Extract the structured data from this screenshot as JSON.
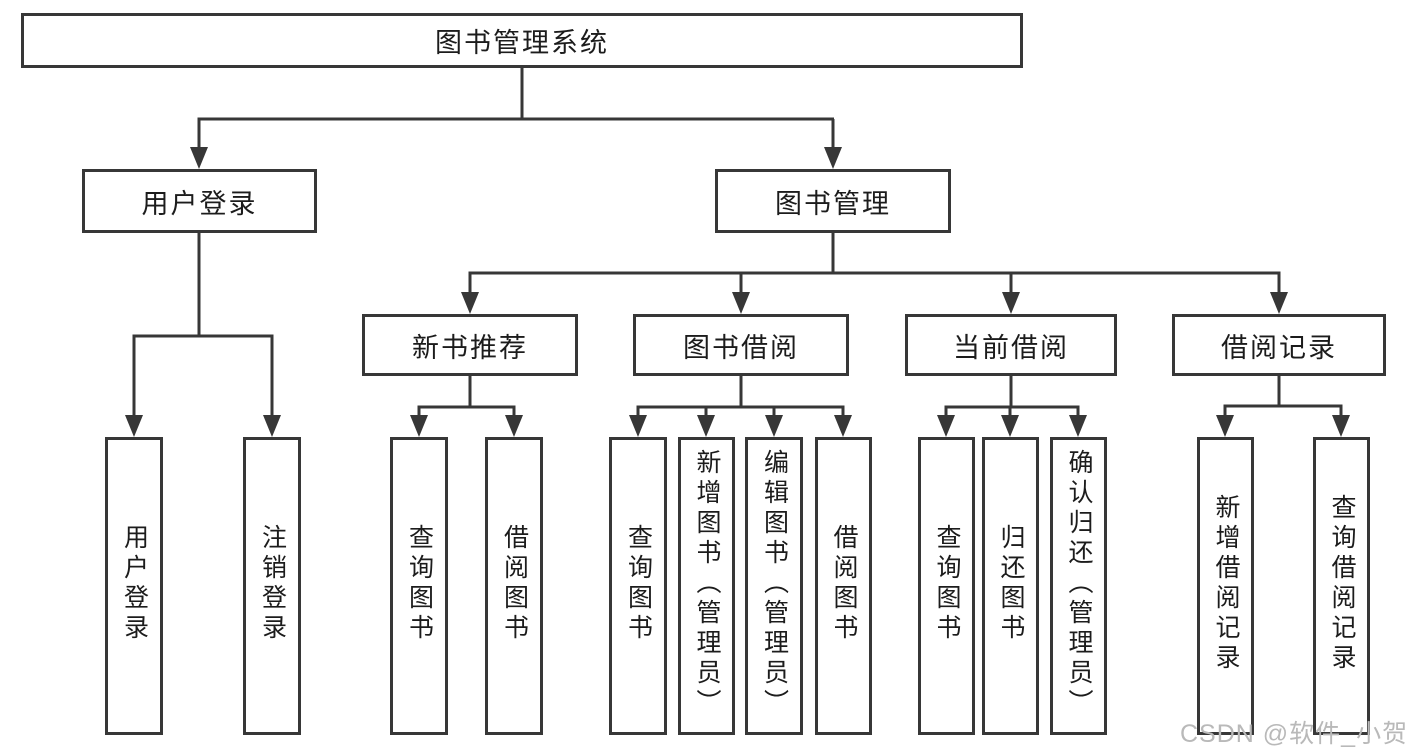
{
  "tree": {
    "root": "图书管理系统",
    "user_login": {
      "label": "用户登录",
      "children": [
        "用户登录",
        "注销登录"
      ]
    },
    "book_management": {
      "label": "图书管理",
      "children": [
        {
          "label": "新书推荐",
          "children": [
            "查询图书",
            "借阅图书"
          ]
        },
        {
          "label": "图书借阅",
          "children": [
            "查询图书",
            "新增图书（管理员）",
            "编辑图书（管理员）",
            "借阅图书"
          ]
        },
        {
          "label": "当前借阅",
          "children": [
            "查询图书",
            "归还图书",
            "确认归还（管理员）"
          ]
        },
        {
          "label": "借阅记录",
          "children": [
            "新增借阅记录",
            "查询借阅记录"
          ]
        }
      ]
    }
  },
  "watermark": "CSDN @软件_小贺同学",
  "colors": {
    "line": "#373737",
    "text": "#1c1c1c",
    "watermark": "#b9b9b9",
    "background": "#ffffff"
  }
}
